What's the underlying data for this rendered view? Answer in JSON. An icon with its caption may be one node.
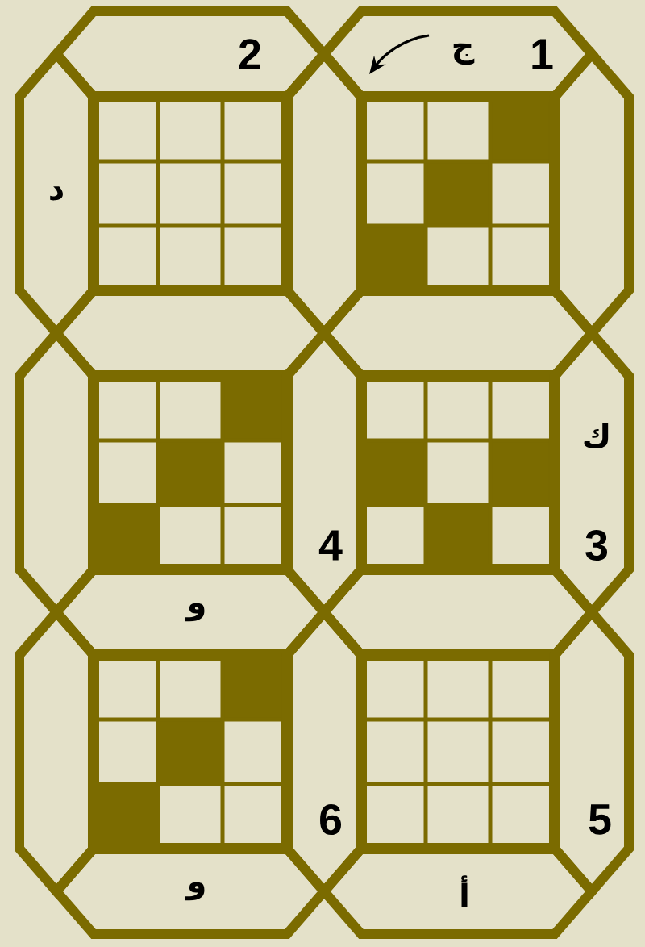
{
  "diagram": {
    "nodes": [
      {
        "text": [
          "2"
        ]
      },
      {
        "text": [
          "ج",
          "1"
        ]
      },
      {
        "text": [
          "د"
        ]
      },
      {
        "text": [],
        "shape": "hexagon"
      },
      {
        "text": [],
        "shape": "hexagon"
      },
      {
        "text": [],
        "shape": "hexagon"
      },
      {
        "text": [],
        "shape": "hexagon"
      },
      {
        "text": [],
        "shape": "hexagon"
      },
      {
        "text": [
          "4"
        ]
      },
      {
        "text": [
          "ك",
          "3"
        ]
      },
      {
        "text": [
          "و"
        ]
      },
      {
        "text": [],
        "shape": "hexagon"
      },
      {
        "text": [],
        "shape": "hexagon"
      },
      {
        "text": [
          "6"
        ]
      },
      {
        "text": [
          "5"
        ]
      },
      {
        "text": [
          "و"
        ]
      },
      {
        "text": [
          "أ"
        ]
      }
    ]
  }
}
